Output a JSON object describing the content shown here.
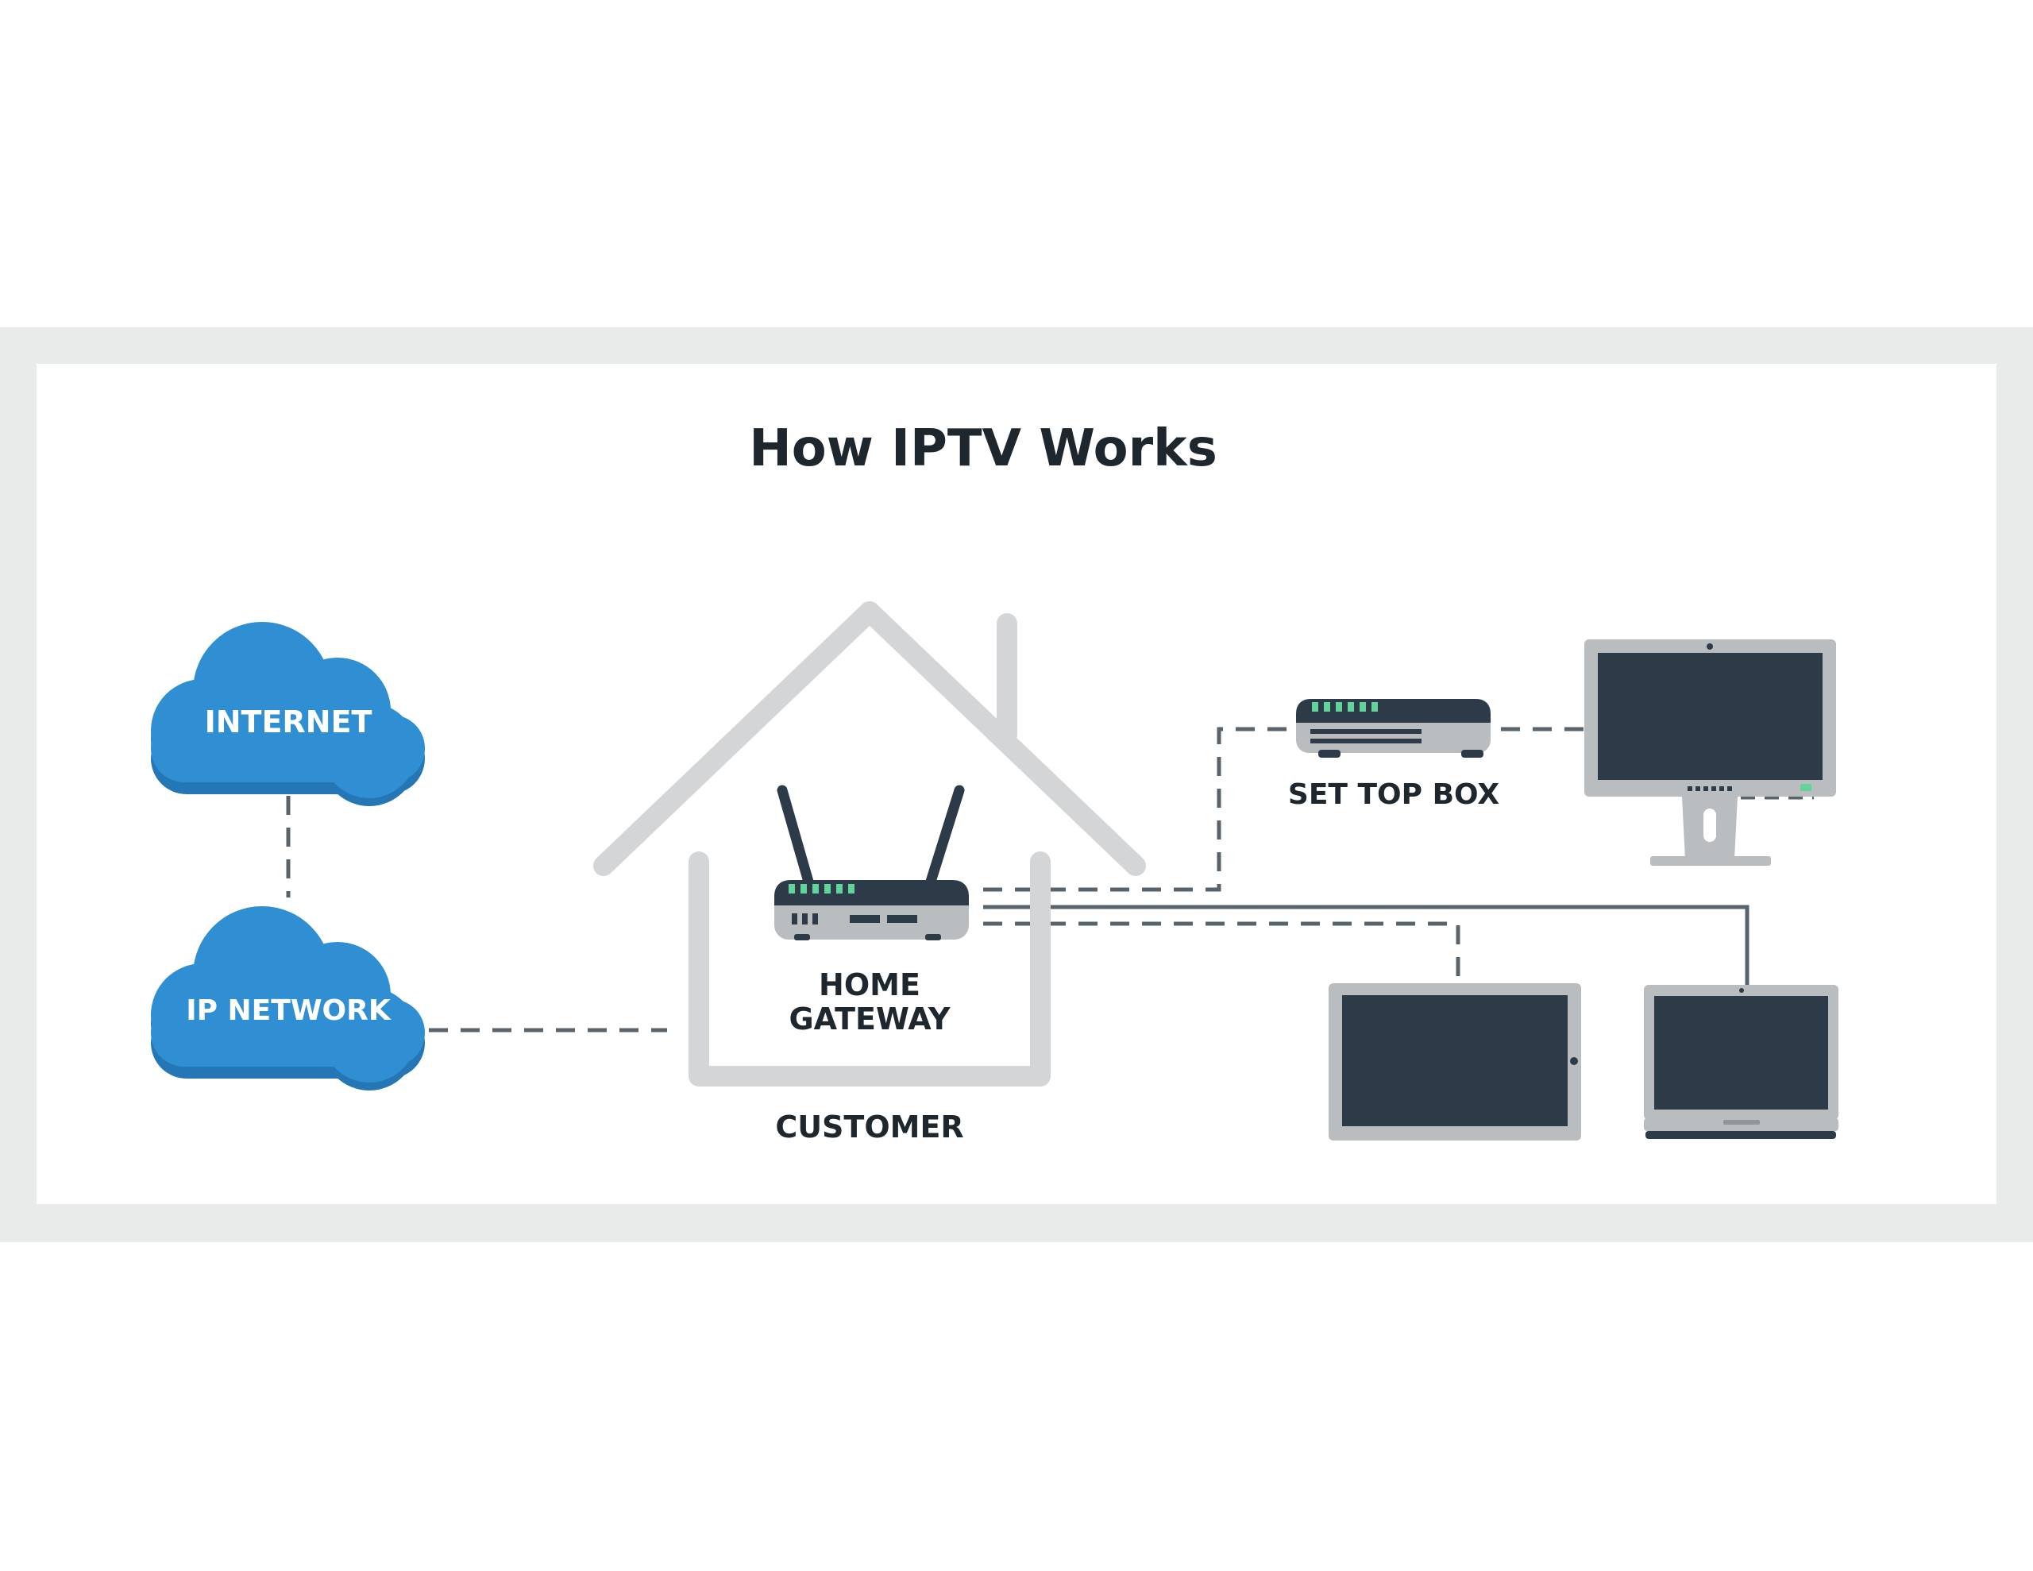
{
  "title": "How IPTV Works",
  "nodes": {
    "internet": "INTERNET",
    "ip_network": "IP NETWORK",
    "home_gateway_line1": "HOME",
    "home_gateway_line2": "GATEWAY",
    "customer": "CUSTOMER",
    "set_top_box": "SET TOP BOX"
  },
  "colors": {
    "frame": "#e9eaea",
    "cloud": "#2f8fd2",
    "cloud_shadow": "#2476b5",
    "house": "#d4d5d6",
    "device_dark": "#2d3a47",
    "device_gray": "#b9bdc0",
    "led_green": "#62d39a",
    "text_dark": "#1e262e",
    "line": "#59636b"
  }
}
